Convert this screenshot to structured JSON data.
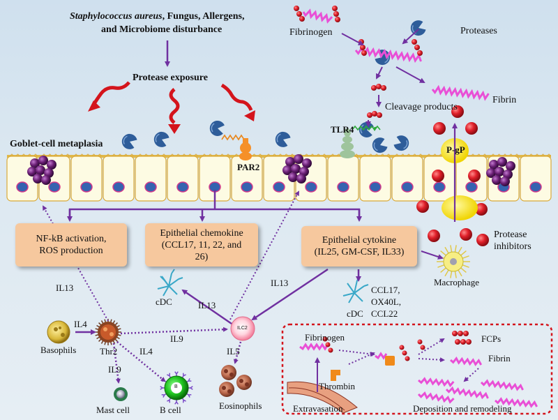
{
  "top_left": {
    "line1_italic": "Staphylococcus aureus",
    "line1_rest": ", Fungus, Allergens,",
    "line2": "and Microbiome disturbance",
    "protease_exposure": "Protease exposure"
  },
  "top_right": {
    "fibrinogen": "Fibrinogen",
    "proteases": "Proteases",
    "fibrin": "Fibrin",
    "cleavage_products": "Cleavage products"
  },
  "epithelium": {
    "goblet_label": "Goblet-cell metaplasia",
    "par2": "PAR2",
    "tlr4": "TLR4",
    "pgp": "P-gP"
  },
  "boxes": {
    "nfkb_line1": "NF-kB activation,",
    "nfkb_line2": "ROS production",
    "chemokine_line1": "Epithelial chemokine",
    "chemokine_line2": "(CCL17, 11, 22, and",
    "chemokine_line3": "26)",
    "cytokine_line1": "Epithelial cytokine",
    "cytokine_line2": "(IL25, GM-CSF, IL33)"
  },
  "right_labels": {
    "protease_inhibitors_line1": "Protease",
    "protease_inhibitors_line2": "inhibitors",
    "macrophage": "Macrophage"
  },
  "immune": {
    "il13_left": "IL13",
    "il13_center": "IL13",
    "il13_ilc2_cdc": "IL13",
    "il4_baso": "IL4",
    "il4_bcell": "IL4",
    "il9_mast": "IL9",
    "il9_ilc2": "IL9",
    "il5": "IL5",
    "cdc_left": "cDC",
    "cdc_right": "cDC",
    "ccl_line1": "CCL17,",
    "ccl_line2": "OX40L,",
    "ccl_line3": "CCL22",
    "basophils": "Basophils",
    "thr2": "Thr2",
    "mast_cell": "Mast cell",
    "b_cell": "B cell",
    "b_letter": "B",
    "ilc2": "ILC2",
    "eosinophils": "Eosinophils"
  },
  "coag_panel": {
    "fibrinogen": "Fibrinogen",
    "thrombin": "Thrombin",
    "extravasation": "Extravasation",
    "fcps": "FCPs",
    "fibrin": "Fibrin",
    "deposition": "Deposition and remodeling"
  },
  "colors": {
    "arrow": "#7030a0",
    "box": "#f6c89e",
    "fibrin": "#e94fd6",
    "red_bead": "#d0202a",
    "protease": "#2e5d9a",
    "granule": "#6a1f74",
    "cell_fill": "#fdfbe3",
    "cell_border": "#d9a93a",
    "nucleus": "#3563b0"
  }
}
